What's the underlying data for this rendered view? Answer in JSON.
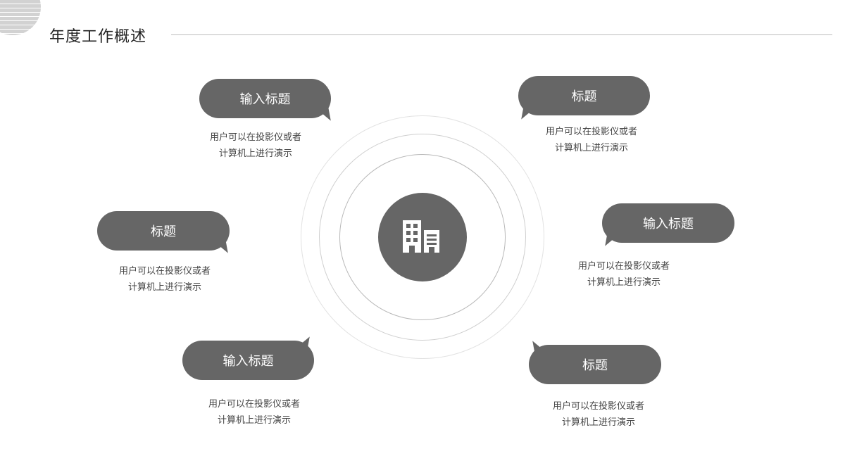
{
  "header": {
    "title": "年度工作概述"
  },
  "center": {
    "icon": "building-icon"
  },
  "items": [
    {
      "title": "输入标题",
      "desc_line1": "用户可以在投影仪或者",
      "desc_line2": "计算机上进行演示"
    },
    {
      "title": "标题",
      "desc_line1": "用户可以在投影仪或者",
      "desc_line2": "计算机上进行演示"
    },
    {
      "title": "标题",
      "desc_line1": "用户可以在投影仪或者",
      "desc_line2": "计算机上进行演示"
    },
    {
      "title": "输入标题",
      "desc_line1": "用户可以在投影仪或者",
      "desc_line2": "计算机上进行演示"
    },
    {
      "title": "输入标题",
      "desc_line1": "用户可以在投影仪或者",
      "desc_line2": "计算机上进行演示"
    },
    {
      "title": "标题",
      "desc_line1": "用户可以在投影仪或者",
      "desc_line2": "计算机上进行演示"
    }
  ],
  "colors": {
    "bubble": "#666666",
    "text": "#444444",
    "rule": "#bdbdbd"
  }
}
